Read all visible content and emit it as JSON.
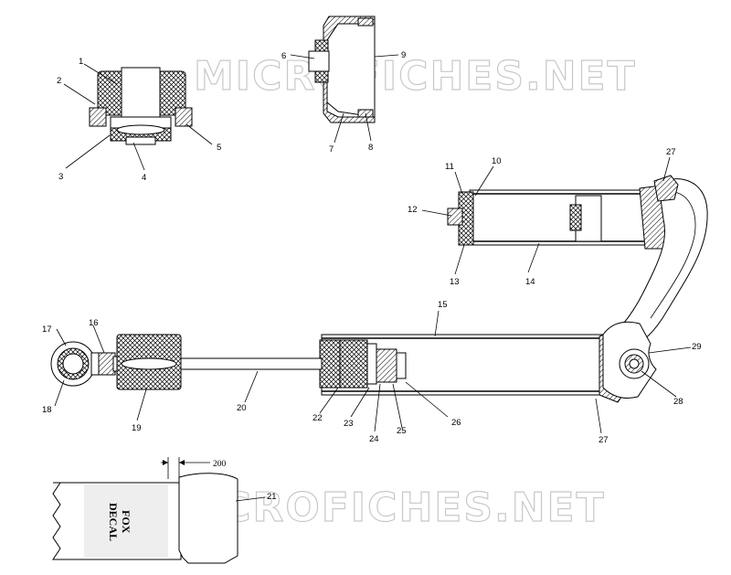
{
  "watermark": "MICROFICHES.NET",
  "labels": {
    "n1": "1",
    "n2": "2",
    "n3": "3",
    "n4": "4",
    "n5": "5",
    "n6": "6",
    "n7": "7",
    "n8": "8",
    "n9": "9",
    "n10": "10",
    "n11": "11",
    "n12": "12",
    "n13": "13",
    "n14": "14",
    "n15": "15",
    "n16": "16",
    "n17": "17",
    "n18": "18",
    "n19": "19",
    "n20": "20",
    "n21": "21",
    "n22": "22",
    "n23": "23",
    "n24": "24",
    "n25": "25",
    "n26": "26",
    "n27a": "27",
    "n27b": "27",
    "n28": "28",
    "n29": "29",
    "n200": "200"
  },
  "decal": {
    "line1": "FOX",
    "line2": "DECAL"
  }
}
